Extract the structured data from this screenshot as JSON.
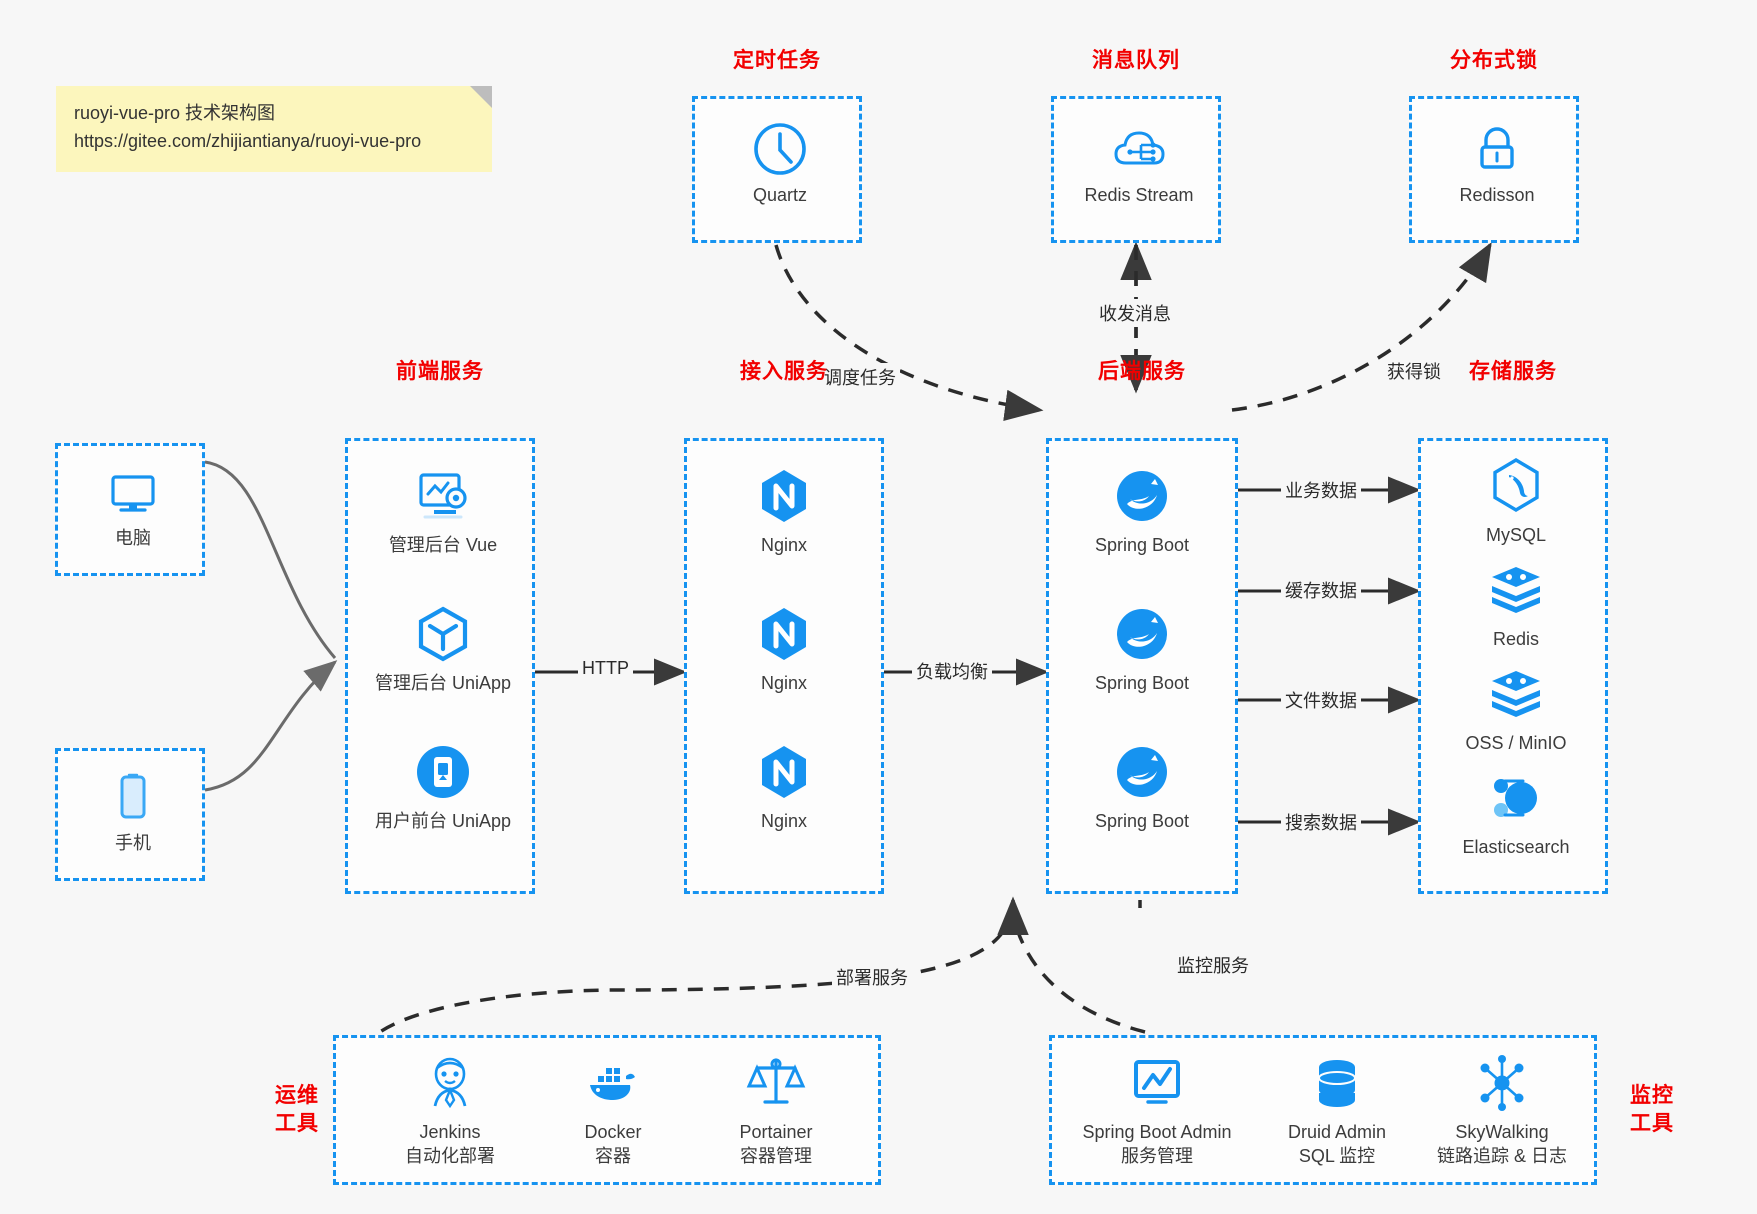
{
  "note": {
    "line1": "ruoyi-vue-pro 技术架构图",
    "line2": "https://gitee.com/zhijiantianya/ruoyi-vue-pro"
  },
  "groups": {
    "scheduler": {
      "title": "定时任务"
    },
    "mq": {
      "title": "消息队列"
    },
    "lock": {
      "title": "分布式锁"
    },
    "frontend": {
      "title": "前端服务"
    },
    "gateway": {
      "title": "接入服务"
    },
    "backend": {
      "title": "后端服务"
    },
    "storage": {
      "title": "存储服务"
    },
    "devops": {
      "title": "运维\n工具"
    },
    "monitor": {
      "title": "监控\n工具"
    }
  },
  "nodes": {
    "quartz": {
      "label": "Quartz",
      "icon": "clock-icon"
    },
    "redis_stream": {
      "label": "Redis Stream",
      "icon": "cloud-stream-icon"
    },
    "redisson": {
      "label": "Redisson",
      "icon": "lock-icon"
    },
    "pc": {
      "label": "电脑",
      "icon": "desktop-icon"
    },
    "mobile": {
      "label": "手机",
      "icon": "smartphone-icon"
    },
    "admin_vue": {
      "label": "管理后台 Vue",
      "icon": "dashboard-gear-icon"
    },
    "admin_uniapp": {
      "label": "管理后台 UniApp",
      "icon": "cube-icon"
    },
    "user_uniapp": {
      "label": "用户前台 UniApp",
      "icon": "app-window-icon"
    },
    "nginx1": {
      "label": "Nginx",
      "icon": "nginx-icon"
    },
    "nginx2": {
      "label": "Nginx",
      "icon": "nginx-icon"
    },
    "nginx3": {
      "label": "Nginx",
      "icon": "nginx-icon"
    },
    "boot1": {
      "label": "Spring Boot",
      "icon": "spring-leaf-icon"
    },
    "boot2": {
      "label": "Spring Boot",
      "icon": "spring-leaf-icon"
    },
    "boot3": {
      "label": "Spring Boot",
      "icon": "spring-leaf-icon"
    },
    "mysql": {
      "label": "MySQL",
      "icon": "mysql-dolphin-icon"
    },
    "redis": {
      "label": "Redis",
      "icon": "redis-stack-icon"
    },
    "oss": {
      "label": "OSS / MinIO",
      "icon": "redis-stack-icon"
    },
    "elasticsearch": {
      "label": "Elasticsearch",
      "icon": "elasticsearch-icon"
    },
    "jenkins": {
      "label": "Jenkins\n自动化部署",
      "icon": "jenkins-butler-icon"
    },
    "docker": {
      "label": "Docker\n容器",
      "icon": "docker-whale-icon"
    },
    "portainer": {
      "label": "Portainer\n容器管理",
      "icon": "portainer-scale-icon"
    },
    "boot_admin": {
      "label": "Spring Boot Admin\n服务管理",
      "icon": "monitor-chart-icon"
    },
    "druid": {
      "label": "Druid Admin\nSQL 监控",
      "icon": "database-icon"
    },
    "skywalking": {
      "label": "SkyWalking\n链路追踪 & 日志",
      "icon": "skywalking-nodes-icon"
    }
  },
  "edges": {
    "schedule_task": "调度任务",
    "send_receive": "收发消息",
    "acquire_lock": "获得锁",
    "http": "HTTP",
    "load_balance": "负载均衡",
    "business_data": "业务数据",
    "cache_data": "缓存数据",
    "file_data": "文件数据",
    "search_data": "搜索数据",
    "deploy_service": "部署服务",
    "monitor_service": "监控服务"
  },
  "colors": {
    "accent_blue": "#1693f0",
    "title_red": "#f20000",
    "note_yellow": "#fcf6bd",
    "arrow_gray": "#4d4d4d",
    "background": "#f7f7f7"
  }
}
